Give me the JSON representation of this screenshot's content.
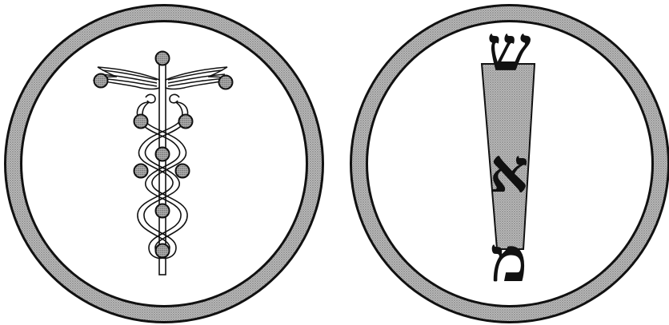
{
  "diagram": {
    "left_emblem": {
      "name": "caduceus",
      "sephirot_count": 10
    },
    "right_emblem": {
      "name": "three-mother-letters",
      "letters": {
        "top": "ש",
        "middle": "א",
        "bottom": "מ"
      }
    },
    "colors": {
      "ring_fill": "#a8a8a8",
      "ink": "#111111",
      "background": "#ffffff",
      "node_fill": "#9a9a9a"
    }
  }
}
